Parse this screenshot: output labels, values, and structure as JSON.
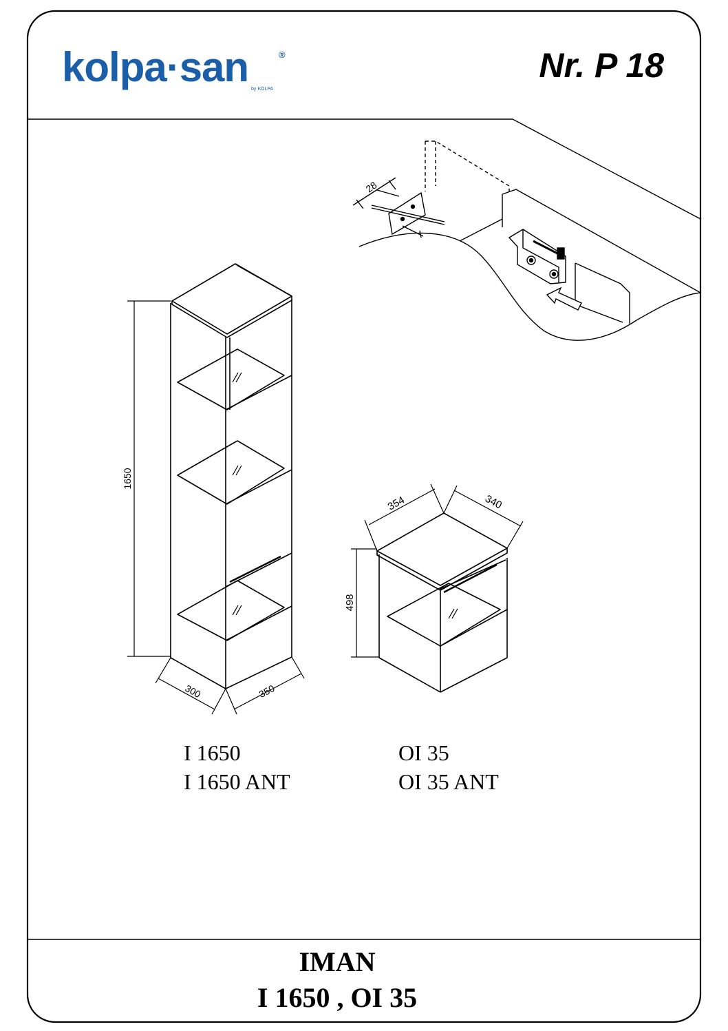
{
  "header": {
    "logo": {
      "name": "kolpa·san",
      "registered": "®",
      "tagline": "by KOLPA",
      "color": "#1a5fa8"
    },
    "sheet_number": "Nr. P 18"
  },
  "tall_cabinet": {
    "height_dim": "1650",
    "depth_dim": "300",
    "width_dim": "350"
  },
  "small_cabinet": {
    "width_dim": "354",
    "depth_dim": "340",
    "height_dim": "498"
  },
  "hardware_detail": {
    "dim": "28"
  },
  "models": {
    "tall": [
      "I 1650",
      "I 1650 ANT"
    ],
    "small": [
      "OI 35",
      "OI 35 ANT"
    ]
  },
  "footer": {
    "series": "IMAN",
    "codes": "I 1650 , OI 35"
  },
  "icons": [
    "glass-shelf-icon",
    "arrow-icon",
    "wall-bracket-icon",
    "screw-icon"
  ]
}
